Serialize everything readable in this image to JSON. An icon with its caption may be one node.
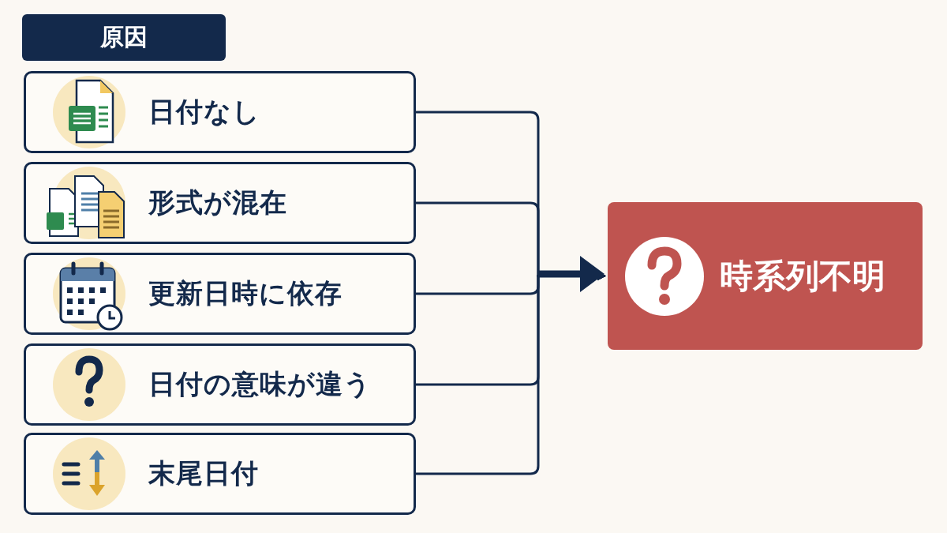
{
  "diagram": {
    "title": "原因",
    "nodes": [
      {
        "text": [
          "日付なし"
        ]
      },
      {
        "text": [
          "形式が混在"
        ]
      },
      {
        "text": [
          "更新日時に依存"
        ]
      },
      {
        "text": [
          "日付の意味が違う"
        ]
      },
      {
        "text": [
          "末尾日付"
        ]
      },
      {
        "text": [
          "時系列不明"
        ]
      }
    ],
    "edges": [
      {
        "from": 0,
        "to": 5,
        "arrow": "to"
      },
      {
        "from": 1,
        "to": 5,
        "arrow": "to"
      },
      {
        "from": 2,
        "to": 5,
        "arrow": "to"
      },
      {
        "from": 3,
        "to": 5,
        "arrow": "to"
      },
      {
        "from": 4,
        "to": 5,
        "arrow": "to"
      }
    ]
  }
}
